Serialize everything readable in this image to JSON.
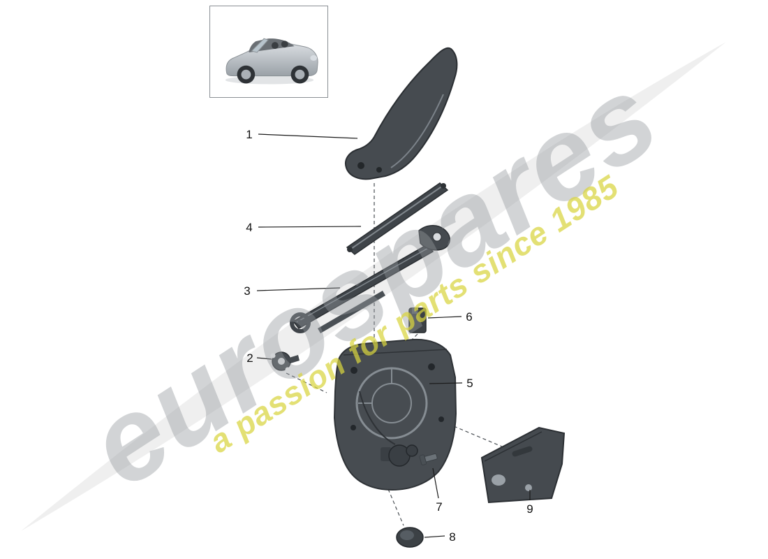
{
  "watermark": {
    "brand": "eurospares",
    "tagline": "a passion for parts since 1985"
  },
  "colors": {
    "part_fill": "#474c51",
    "part_stroke": "#2e3236",
    "watermark_gray": "#94999e",
    "watermark_yellow": "#d8d43e"
  },
  "parts": [
    {
      "num": "1"
    },
    {
      "num": "2"
    },
    {
      "num": "3"
    },
    {
      "num": "4"
    },
    {
      "num": "5"
    },
    {
      "num": "6"
    },
    {
      "num": "7"
    },
    {
      "num": "8"
    },
    {
      "num": "9"
    }
  ]
}
